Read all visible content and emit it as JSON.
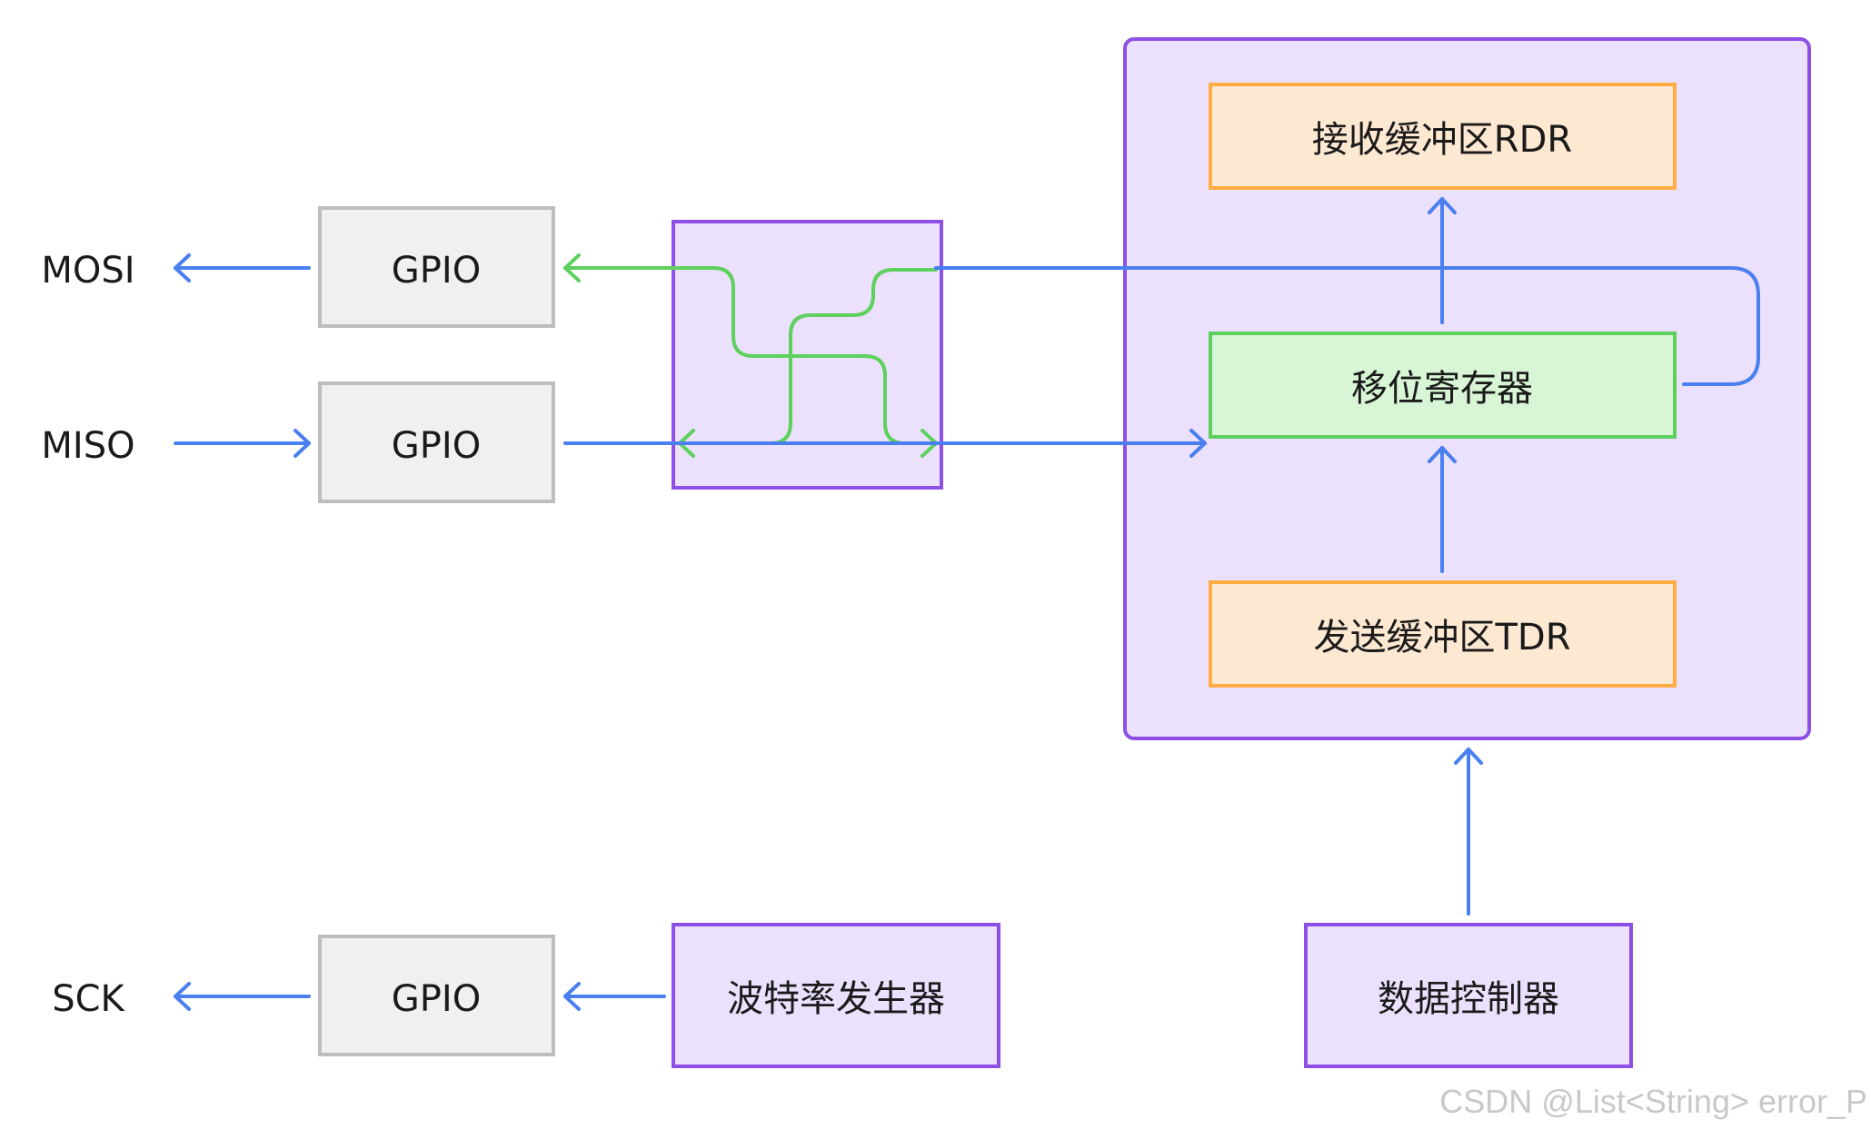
{
  "pins": {
    "mosi": "MOSI",
    "miso": "MISO",
    "sck": "SCK"
  },
  "gpio": {
    "mosi": "GPIO",
    "miso": "GPIO",
    "sck": "GPIO"
  },
  "spi_block": {
    "rdr": "接收缓冲区RDR",
    "shift_register": "移位寄存器",
    "tdr": "发送缓冲区TDR"
  },
  "baud_rate_generator": "波特率发生器",
  "data_controller": "数据控制器",
  "watermark": "CSDN @List<String> error_P",
  "colors": {
    "blue_arrow": "#4a7ff0",
    "green_cross": "#5dd05d",
    "purple_border": "#8e4fe6",
    "purple_fill": "#ece1fd",
    "gray_border": "#bdbdbd",
    "gray_fill": "#f0f0f0",
    "orange_border": "#ffad42",
    "orange_fill": "#fde8d1",
    "green_border": "#5ccf5c",
    "green_fill": "#d8f6d6"
  }
}
